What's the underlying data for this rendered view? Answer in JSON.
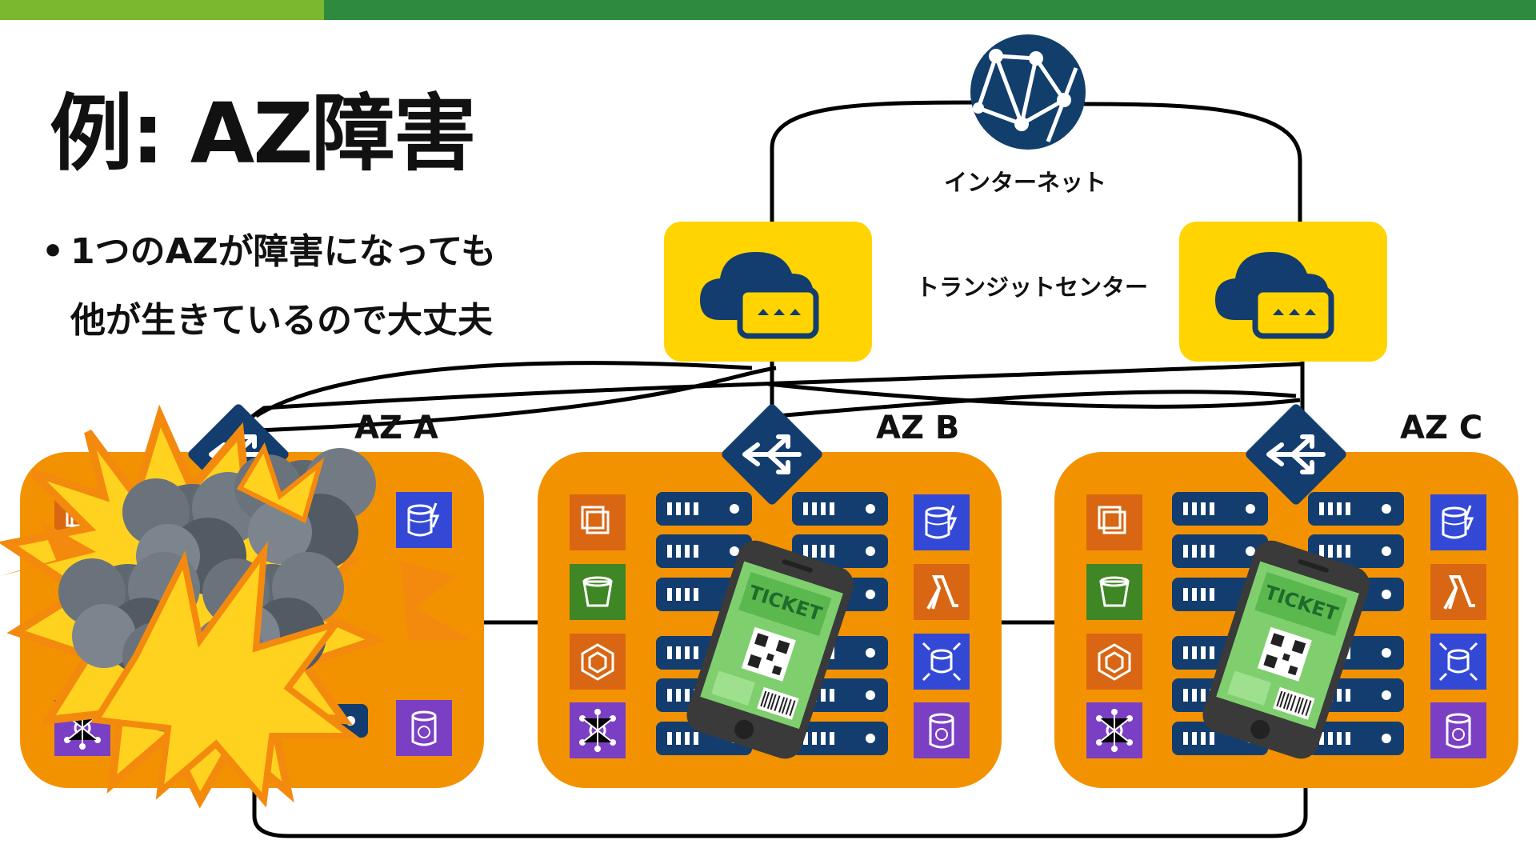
{
  "header": {
    "accent_light": "#7cb82f",
    "accent_dark": "#2e8b3e"
  },
  "title": "例: AZ障害",
  "bullet": {
    "line1": "1つのAZが障害になっても",
    "line2": "他が生きているので大丈夫"
  },
  "internet_label": "インターネット",
  "transit_label": "トランジットセンター",
  "az_labels": [
    "AZ A",
    "AZ B",
    "AZ C"
  ],
  "colors": {
    "az_box": "#f39200",
    "transit_box": "#ffd400",
    "globe": "#123e6b",
    "navy": "#133d6e",
    "explosion_yellow": "#ffd21f",
    "explosion_orange": "#f38a0e",
    "smoke": "#6f7780"
  },
  "icons": {
    "internet": "globe-network-icon",
    "transit": "cloud-vpn-gateway-icon",
    "router": "router-arrows-icon",
    "ticket": "mobile-ticket-icon",
    "failure": "explosion-icon",
    "services_left": [
      "ec2-chip-icon",
      "s3-bucket-icon",
      "ecs-hexagon-icon",
      "graph-nodes-icon"
    ],
    "services_right": [
      "dynamodb-icon",
      "lambda-icon",
      "rds-icon",
      "storage-cylinder-icon"
    ]
  },
  "ticket_text": "TICKET"
}
